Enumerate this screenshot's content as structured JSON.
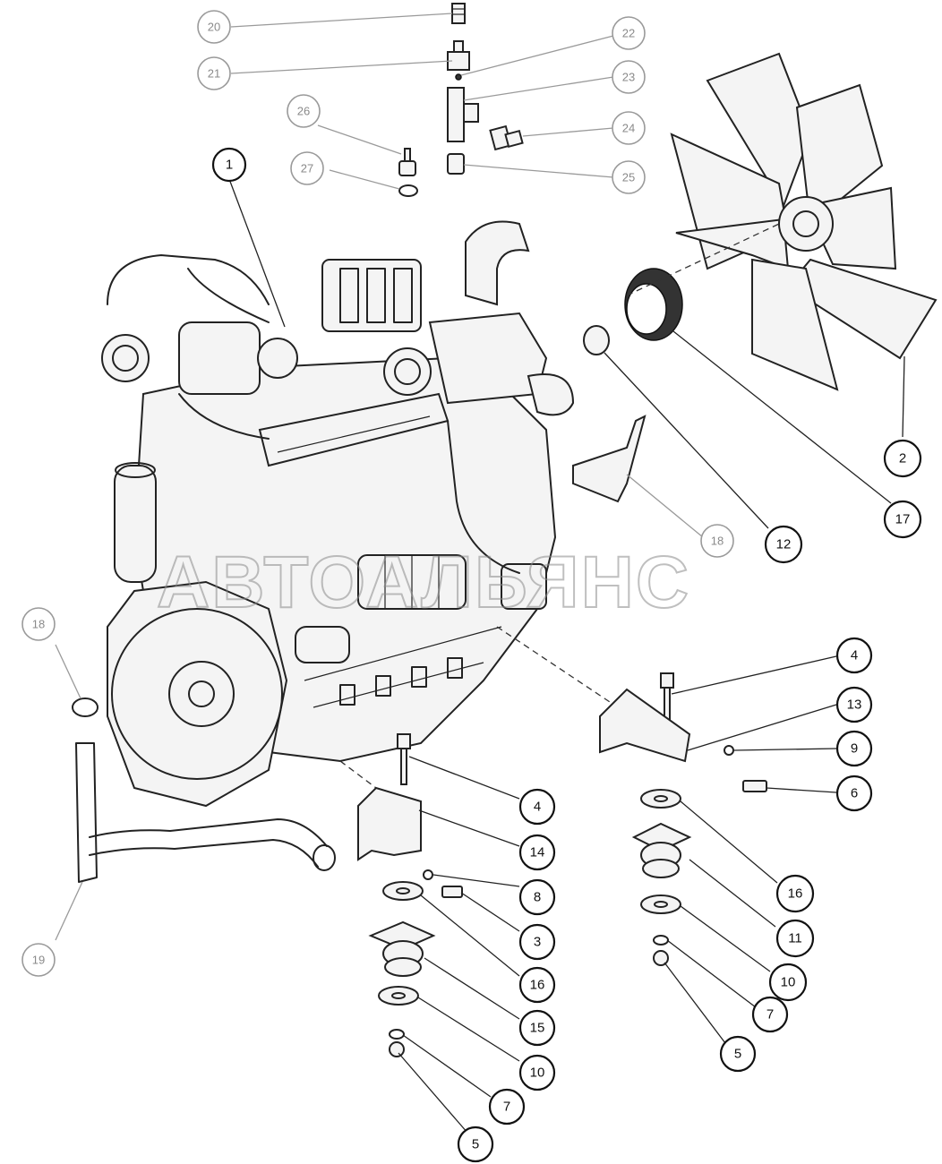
{
  "diagram": {
    "watermark": "АВТОАЛЬЯНС",
    "callouts": [
      {
        "id": "c20",
        "label": "20",
        "faint": true
      },
      {
        "id": "c21",
        "label": "21",
        "faint": true
      },
      {
        "id": "c22",
        "label": "22",
        "faint": true
      },
      {
        "id": "c23",
        "label": "23",
        "faint": true
      },
      {
        "id": "c24",
        "label": "24",
        "faint": true
      },
      {
        "id": "c25",
        "label": "25",
        "faint": true
      },
      {
        "id": "c26",
        "label": "26",
        "faint": true
      },
      {
        "id": "c27",
        "label": "27",
        "faint": true
      },
      {
        "id": "c1",
        "label": "1",
        "faint": false
      },
      {
        "id": "c2",
        "label": "2",
        "faint": false
      },
      {
        "id": "c17",
        "label": "17",
        "faint": false
      },
      {
        "id": "c12",
        "label": "12",
        "faint": false
      },
      {
        "id": "c18a",
        "label": "18",
        "faint": true
      },
      {
        "id": "c18b",
        "label": "18",
        "faint": true
      },
      {
        "id": "c19",
        "label": "19",
        "faint": true
      },
      {
        "id": "c4a",
        "label": "4",
        "faint": false
      },
      {
        "id": "c13",
        "label": "13",
        "faint": false
      },
      {
        "id": "c9",
        "label": "9",
        "faint": false
      },
      {
        "id": "c6",
        "label": "6",
        "faint": false
      },
      {
        "id": "c16a",
        "label": "16",
        "faint": false
      },
      {
        "id": "c11",
        "label": "11",
        "faint": false
      },
      {
        "id": "c10a",
        "label": "10",
        "faint": false
      },
      {
        "id": "c7a",
        "label": "7",
        "faint": false
      },
      {
        "id": "c5a",
        "label": "5",
        "faint": false
      },
      {
        "id": "c4b",
        "label": "4",
        "faint": false
      },
      {
        "id": "c14",
        "label": "14",
        "faint": false
      },
      {
        "id": "c8",
        "label": "8",
        "faint": false
      },
      {
        "id": "c3",
        "label": "3",
        "faint": false
      },
      {
        "id": "c16b",
        "label": "16",
        "faint": false
      },
      {
        "id": "c15",
        "label": "15",
        "faint": false
      },
      {
        "id": "c10b",
        "label": "10",
        "faint": false
      },
      {
        "id": "c7b",
        "label": "7",
        "faint": false
      },
      {
        "id": "c5b",
        "label": "5",
        "faint": false
      }
    ]
  }
}
